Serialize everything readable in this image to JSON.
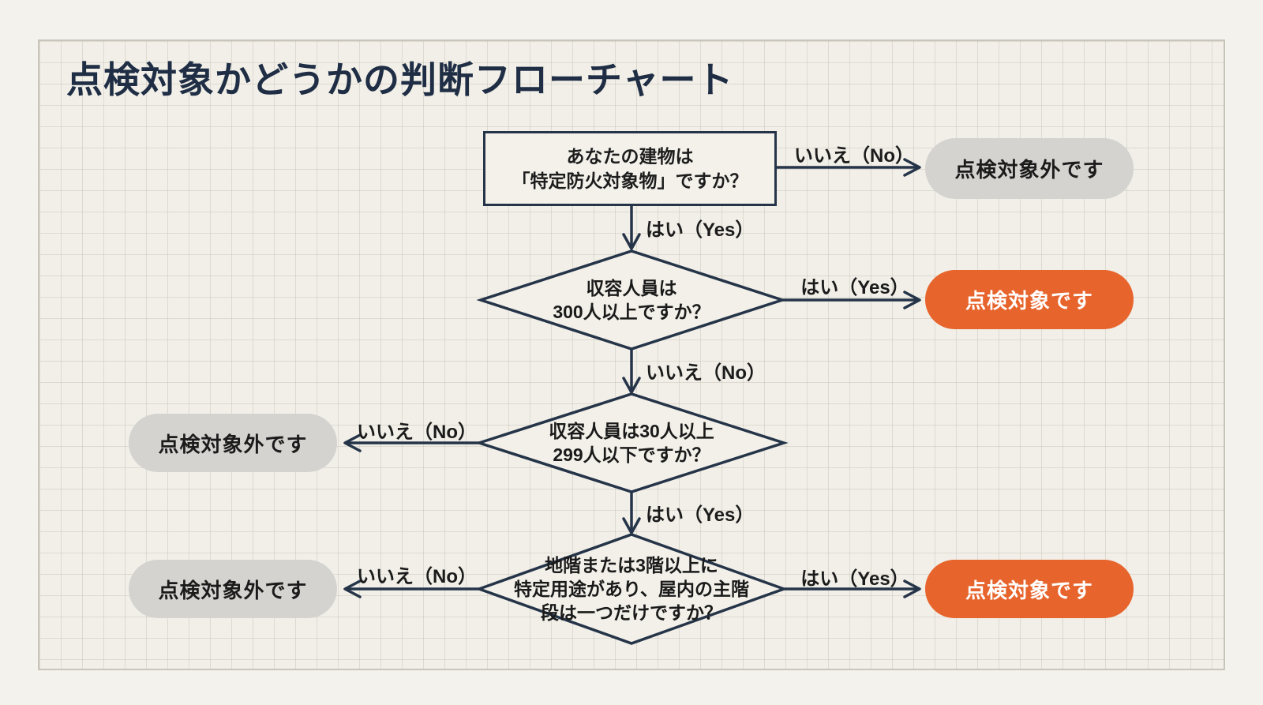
{
  "title": "点検対象かどうかの判断フローチャート",
  "colors": {
    "accent_orange": "#e7642c",
    "result_gray": "#d4d3d0",
    "connector_navy": "#253448",
    "title_navy": "#1f2e45",
    "panel_background": "#f1efe8"
  },
  "flow": {
    "start": {
      "lines": [
        "あなたの建物は",
        "「特定防火対象物」ですか？"
      ]
    },
    "q_capacity_300": {
      "lines": [
        "収容人員は",
        "300人以上ですか？"
      ]
    },
    "q_capacity_30_299": {
      "lines": [
        "収容人員は30人以上",
        "299人以下ですか？"
      ]
    },
    "q_floor_staircase": {
      "lines": [
        "地階または3階以上に",
        "特定用途があり、屋内の主階",
        "段は一つだけですか？"
      ]
    },
    "labels": {
      "yes": "はい（Yes）",
      "no": "いいえ（No）"
    },
    "results": {
      "not_subject": "点検対象外です",
      "subject": "点検対象です"
    }
  }
}
